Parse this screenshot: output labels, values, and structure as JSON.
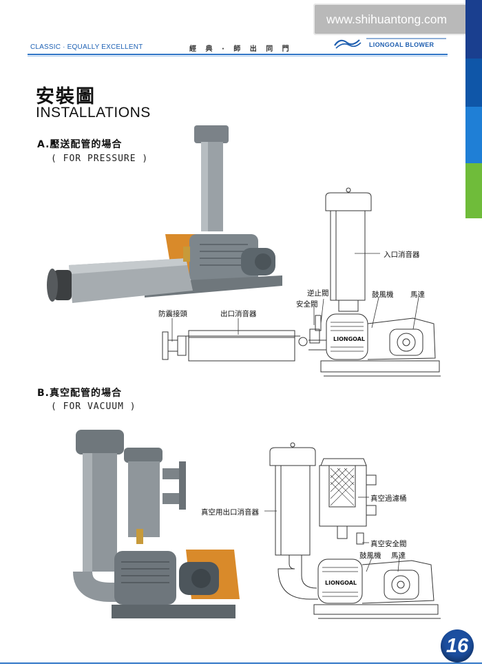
{
  "header": {
    "tagline": "CLASSIC · EQUALLY EXCELLENT",
    "motto": "經 典 · 師 出 同 門",
    "brand": "LIONGOAL BLOWER"
  },
  "watermark": "www.shihuantong.com",
  "title": {
    "cn": "安裝圖",
    "en": "INSTALLATIONS"
  },
  "section_a": {
    "heading": "A.壓送配管的場合",
    "subheading": "( FOR PRESSURE )",
    "labels": {
      "inlet_silencer": "入口消音器",
      "check_valve": "逆止閥",
      "safety_valve": "安全閥",
      "blower": "鼓風機",
      "motor": "馬達",
      "flex_joint": "防震接頭",
      "outlet_silencer": "出口消音器"
    },
    "nameplate": "LIONGOAL"
  },
  "section_b": {
    "heading": "B.真空配管的場合",
    "subheading": "( FOR VACUUM )",
    "labels": {
      "vacuum_outlet_silencer": "真空用出口消音器",
      "vacuum_filter": "真空過濾桶",
      "vacuum_safety_valve": "真空安全閥",
      "blower": "鼓風機",
      "motor": "馬達"
    },
    "nameplate": "LIONGOAL"
  },
  "page_number": "16",
  "colors": {
    "accent_blue": "#2f75c6",
    "machine_grey": "#8a9095",
    "base_orange": "#d98a2a",
    "tab_colors": [
      "#1a3f8f",
      "#0f56a8",
      "#1f7fd6",
      "#6fbc3a"
    ]
  }
}
